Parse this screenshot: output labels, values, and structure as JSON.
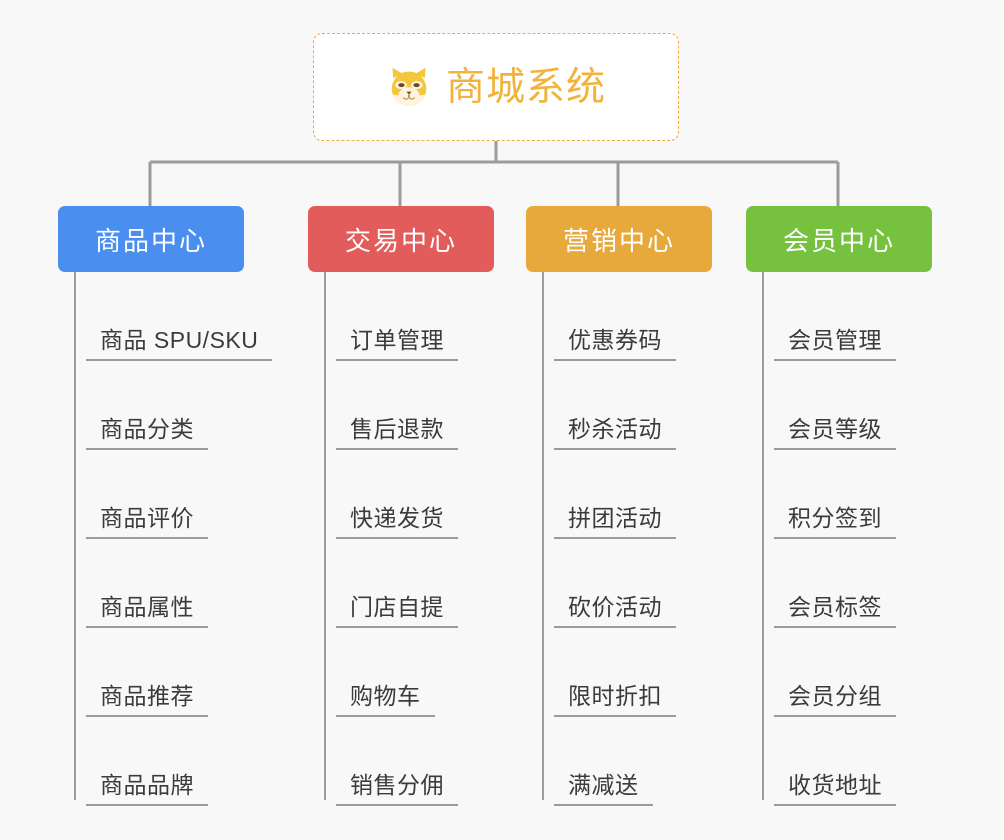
{
  "page": {
    "background_color": "#f8f8f8",
    "type": "mindmap-tree"
  },
  "root": {
    "title": "商城系统",
    "icon": "shiba-dog-face-icon",
    "text_color": "#f2b33d",
    "border_color": "#f0a93c",
    "background_color": "#ffffff"
  },
  "connector": {
    "color": "#9b9b9b"
  },
  "branches": [
    {
      "label": "商品中心",
      "color": "#4a8ef0",
      "items": [
        "商品 SPU/SKU",
        "商品分类",
        "商品评价",
        "商品属性",
        "商品推荐",
        "商品品牌"
      ]
    },
    {
      "label": "交易中心",
      "color": "#e35c5c",
      "items": [
        "订单管理",
        "售后退款",
        "快递发货",
        "门店自提",
        "购物车",
        "销售分佣"
      ]
    },
    {
      "label": "营销中心",
      "color": "#e8a93c",
      "items": [
        "优惠券码",
        "秒杀活动",
        "拼团活动",
        "砍价活动",
        "限时折扣",
        "满减送"
      ]
    },
    {
      "label": "会员中心",
      "color": "#76c23f",
      "items": [
        "会员管理",
        "会员等级",
        "积分签到",
        "会员标签",
        "会员分组",
        "收货地址"
      ]
    }
  ]
}
